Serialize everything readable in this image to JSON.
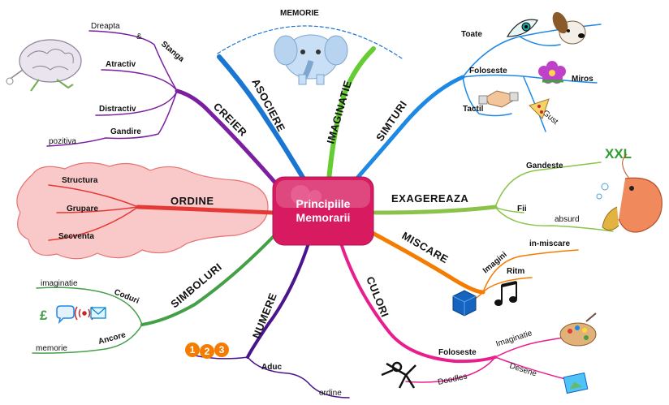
{
  "center": {
    "line1": "Principiile",
    "line2": "Memorarii"
  },
  "branches": {
    "creier": "CREIER",
    "asociere": "ASOCIERE",
    "imaginatie": "IMAGINATIE",
    "simturi": "SIMTURI",
    "exagereaza": "EXAGEREAZA",
    "miscare": "MISCARE",
    "culori": "CULORI",
    "numere": "NUMERE",
    "simboluri": "SIMBOLURI",
    "ordine": "ORDINE"
  },
  "creier": {
    "dreapta": "Dreapta",
    "amp": "&",
    "stanga": "Stanga",
    "atractiv": "Atractiv",
    "distractiv": "Distractiv",
    "gandire": "Gandire",
    "pozitiva": "pozitiva"
  },
  "asociere": {
    "memorie": "MEMORIE"
  },
  "simturi": {
    "toate": "Toate",
    "foloseste": "Foloseste",
    "miros": "Miros",
    "tactil": "Tactil",
    "gust": "Gust"
  },
  "exagereaza": {
    "gandeste": "Gandeste",
    "xxl": "XXL",
    "fii": "Fii",
    "absurd": "absurd"
  },
  "miscare": {
    "imagini": "Imagini",
    "in_miscare": "in-miscare",
    "ritm": "Ritm"
  },
  "culori": {
    "foloseste": "Foloseste",
    "imaginatie": "Imaginatie",
    "desene": "Desene",
    "doodles": "Doodles"
  },
  "numere": {
    "aduc": "Aduc",
    "ordine": "ordine",
    "digits": [
      "1",
      "2",
      "3"
    ]
  },
  "simboluri": {
    "imaginatie": "imaginatie",
    "coduri": "Coduri",
    "ancore": "Ancore",
    "memorie": "memorie",
    "pound": "£"
  },
  "ordine": {
    "structura": "Structura",
    "grupare": "Grupare",
    "secventa": "Secventa"
  },
  "colors": {
    "creier": "#7b1fa2",
    "asociere": "#1976d2",
    "imaginatie": "#66cc33",
    "simturi": "#1e88e5",
    "exagereaza": "#8bc34a",
    "miscare": "#f57c00",
    "culori": "#e91e8c",
    "numere": "#4a148c",
    "simboluri": "#43a047",
    "ordine": "#e53935",
    "center": "#d81b60",
    "xxl": "#2e9e2e"
  }
}
